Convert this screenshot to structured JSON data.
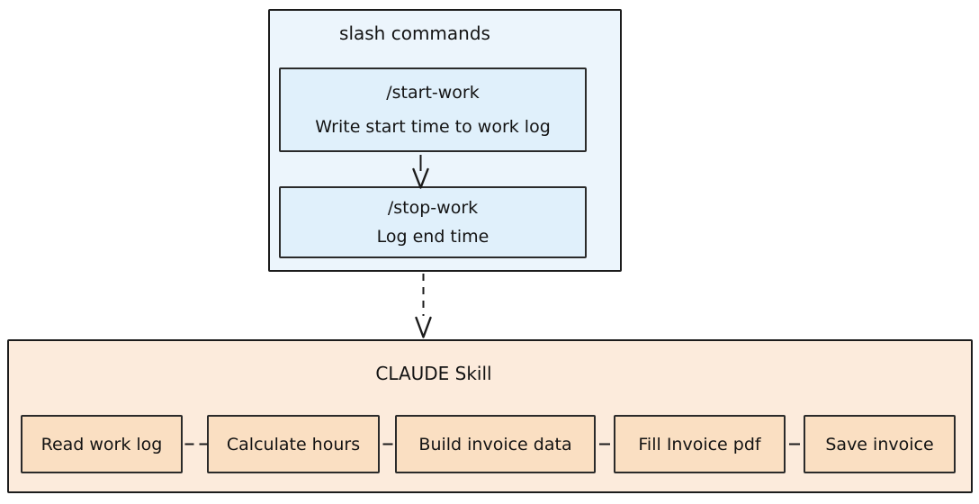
{
  "diagram": {
    "slash_commands": {
      "title": "slash commands",
      "nodes": [
        {
          "command": "/start-work",
          "description": "Write start time to work log"
        },
        {
          "command": "/stop-work",
          "description": "Log end time"
        }
      ]
    },
    "claude_skill": {
      "title": "CLAUDE Skill",
      "steps": [
        {
          "label": "Read work log"
        },
        {
          "label": "Calculate hours"
        },
        {
          "label": "Build invoice data"
        },
        {
          "label": "Fill Invoice pdf"
        },
        {
          "label": "Save invoice"
        }
      ]
    },
    "edges": [
      {
        "from": "/start-work",
        "to": "/stop-work",
        "style": "solid-arrow"
      },
      {
        "from": "slash commands",
        "to": "CLAUDE Skill",
        "style": "dashed-arrow"
      },
      {
        "from": "Read work log",
        "to": "Calculate hours",
        "style": "dashed"
      },
      {
        "from": "Calculate hours",
        "to": "Build invoice data",
        "style": "dashed"
      },
      {
        "from": "Build invoice data",
        "to": "Fill Invoice pdf",
        "style": "dashed"
      },
      {
        "from": "Fill Invoice pdf",
        "to": "Save invoice",
        "style": "dashed"
      }
    ],
    "colors": {
      "blue_container_fill": "#ecf5fc",
      "blue_node_fill": "#e0f0fb",
      "peach_container_fill": "#fcebdc",
      "peach_node_fill": "#fadfc2",
      "border": "#1c1c1c",
      "text": "#131313"
    }
  }
}
